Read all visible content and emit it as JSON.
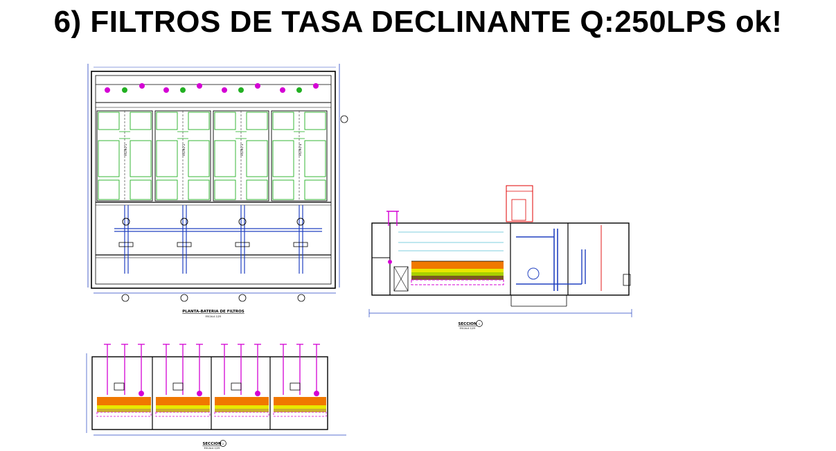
{
  "title": "6) FILTROS DE TASA DECLINANTE Q:250LPS ok!",
  "drawings": {
    "plan": {
      "caption": "PLANTA-BATERIA DE FILTROS",
      "scale": "ESCALA 1/25",
      "filters": [
        "FILTRO 1",
        "FILTRO 2",
        "FILTRO 3",
        "FILTRO 4"
      ]
    },
    "section_long": {
      "caption": "SECCION",
      "scale": "ESCALA 1/25",
      "marker": "1"
    },
    "section_trans": {
      "caption": "SECCION",
      "scale": "ESCALA 1/25",
      "marker": "2"
    }
  },
  "colors": {
    "green": "#22b022",
    "magenta": "#d400d4",
    "orange": "#f07800",
    "yellow": "#e8e800",
    "red": "#e00000",
    "blue": "#2040c0",
    "cyan": "#00a0c0"
  }
}
